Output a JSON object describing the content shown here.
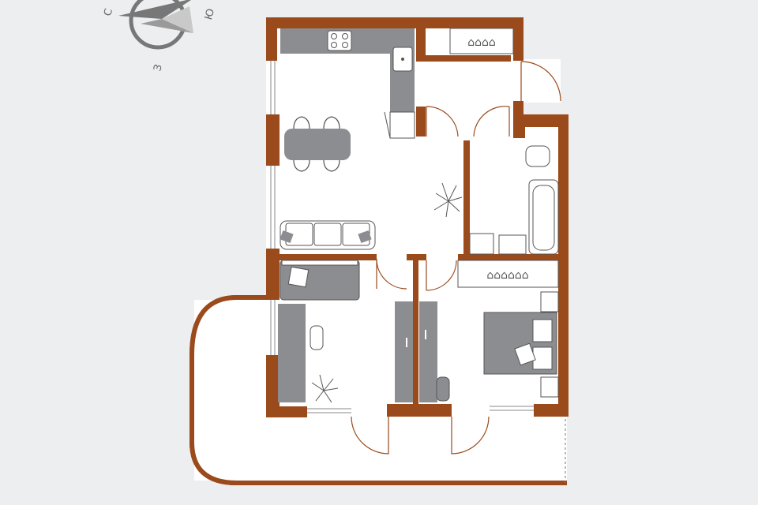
{
  "compass": {
    "labels": {
      "north": "С",
      "south": "Ю",
      "west": "З"
    }
  },
  "colors": {
    "background": "#eceeef",
    "wall": "#9b4a1c",
    "floor": "#ffffff",
    "furniture": "#8b8d90",
    "line": "#555555"
  },
  "rooms": [
    {
      "name": "kitchen-living",
      "furniture": [
        "kitchen-counter",
        "stove",
        "sink",
        "dining-table",
        "4-chairs",
        "sofa",
        "plant"
      ]
    },
    {
      "name": "hallway",
      "furniture": [
        "wardrobe"
      ]
    },
    {
      "name": "bathroom",
      "furniture": [
        "toilet",
        "bathtub",
        "washing-machine",
        "sink"
      ]
    },
    {
      "name": "bedroom-1",
      "furniture": [
        "sofa",
        "desk",
        "chair",
        "plant",
        "wardrobe"
      ]
    },
    {
      "name": "bedroom-2",
      "furniture": [
        "double-bed",
        "nightstands",
        "wardrobe",
        "desk",
        "chair"
      ]
    },
    {
      "name": "balcony",
      "furniture": []
    }
  ]
}
